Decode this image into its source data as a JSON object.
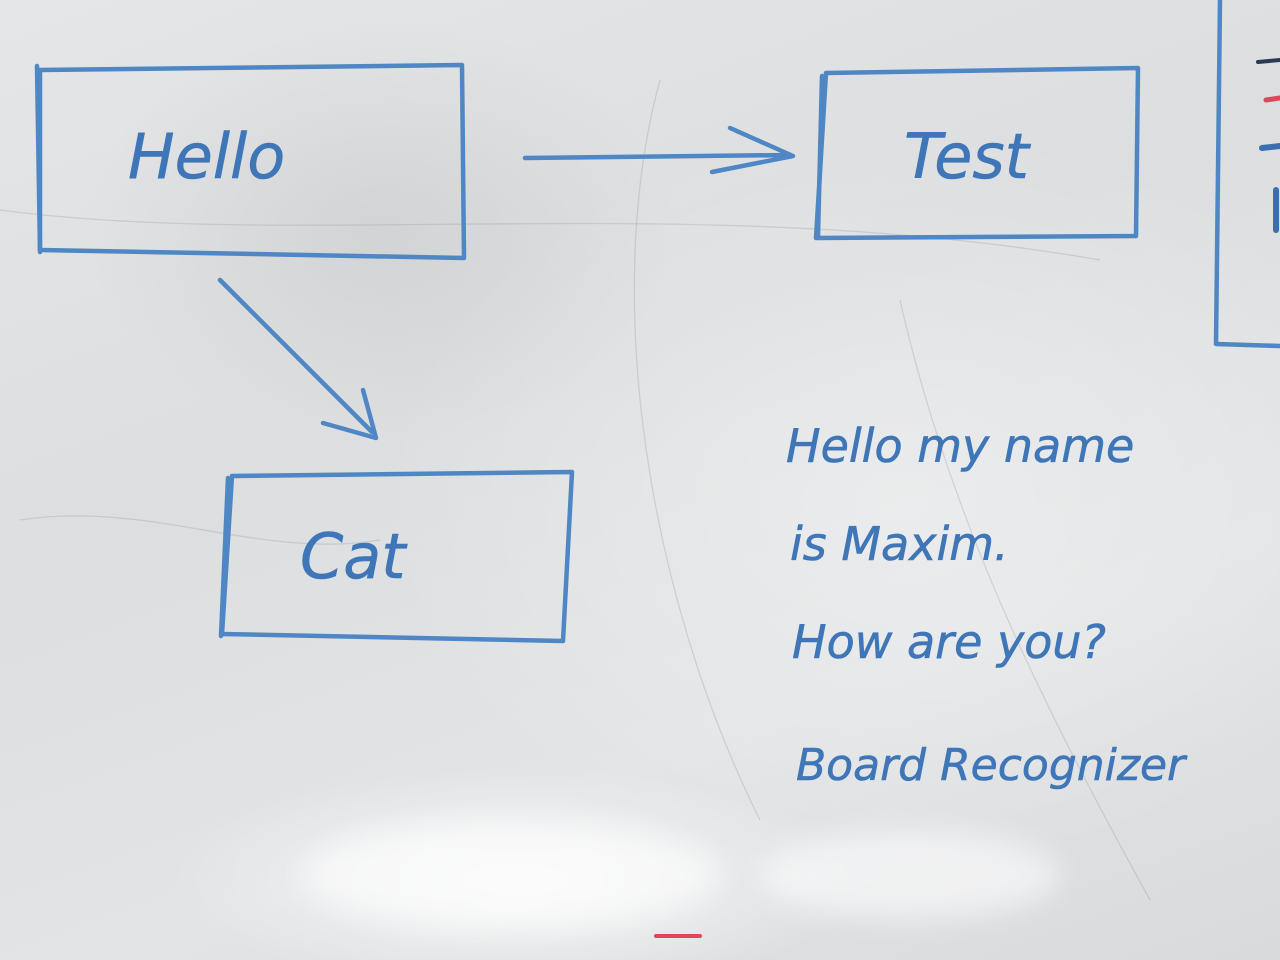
{
  "board": {
    "diagram": {
      "boxes": [
        {
          "id": "hello",
          "label": "Hello"
        },
        {
          "id": "test",
          "label": "Test"
        },
        {
          "id": "cat",
          "label": "Cat"
        }
      ],
      "arrows": [
        {
          "from": "hello",
          "to": "test"
        },
        {
          "from": "hello",
          "to": "cat"
        }
      ]
    },
    "note": {
      "lines": [
        "Hello my name",
        "is Maxim.",
        "How are you?",
        "Board Recognizer"
      ]
    }
  },
  "colors": {
    "marker": "#4f86c4",
    "accent_red": "#e0455a",
    "board": "#e2e4e6"
  }
}
